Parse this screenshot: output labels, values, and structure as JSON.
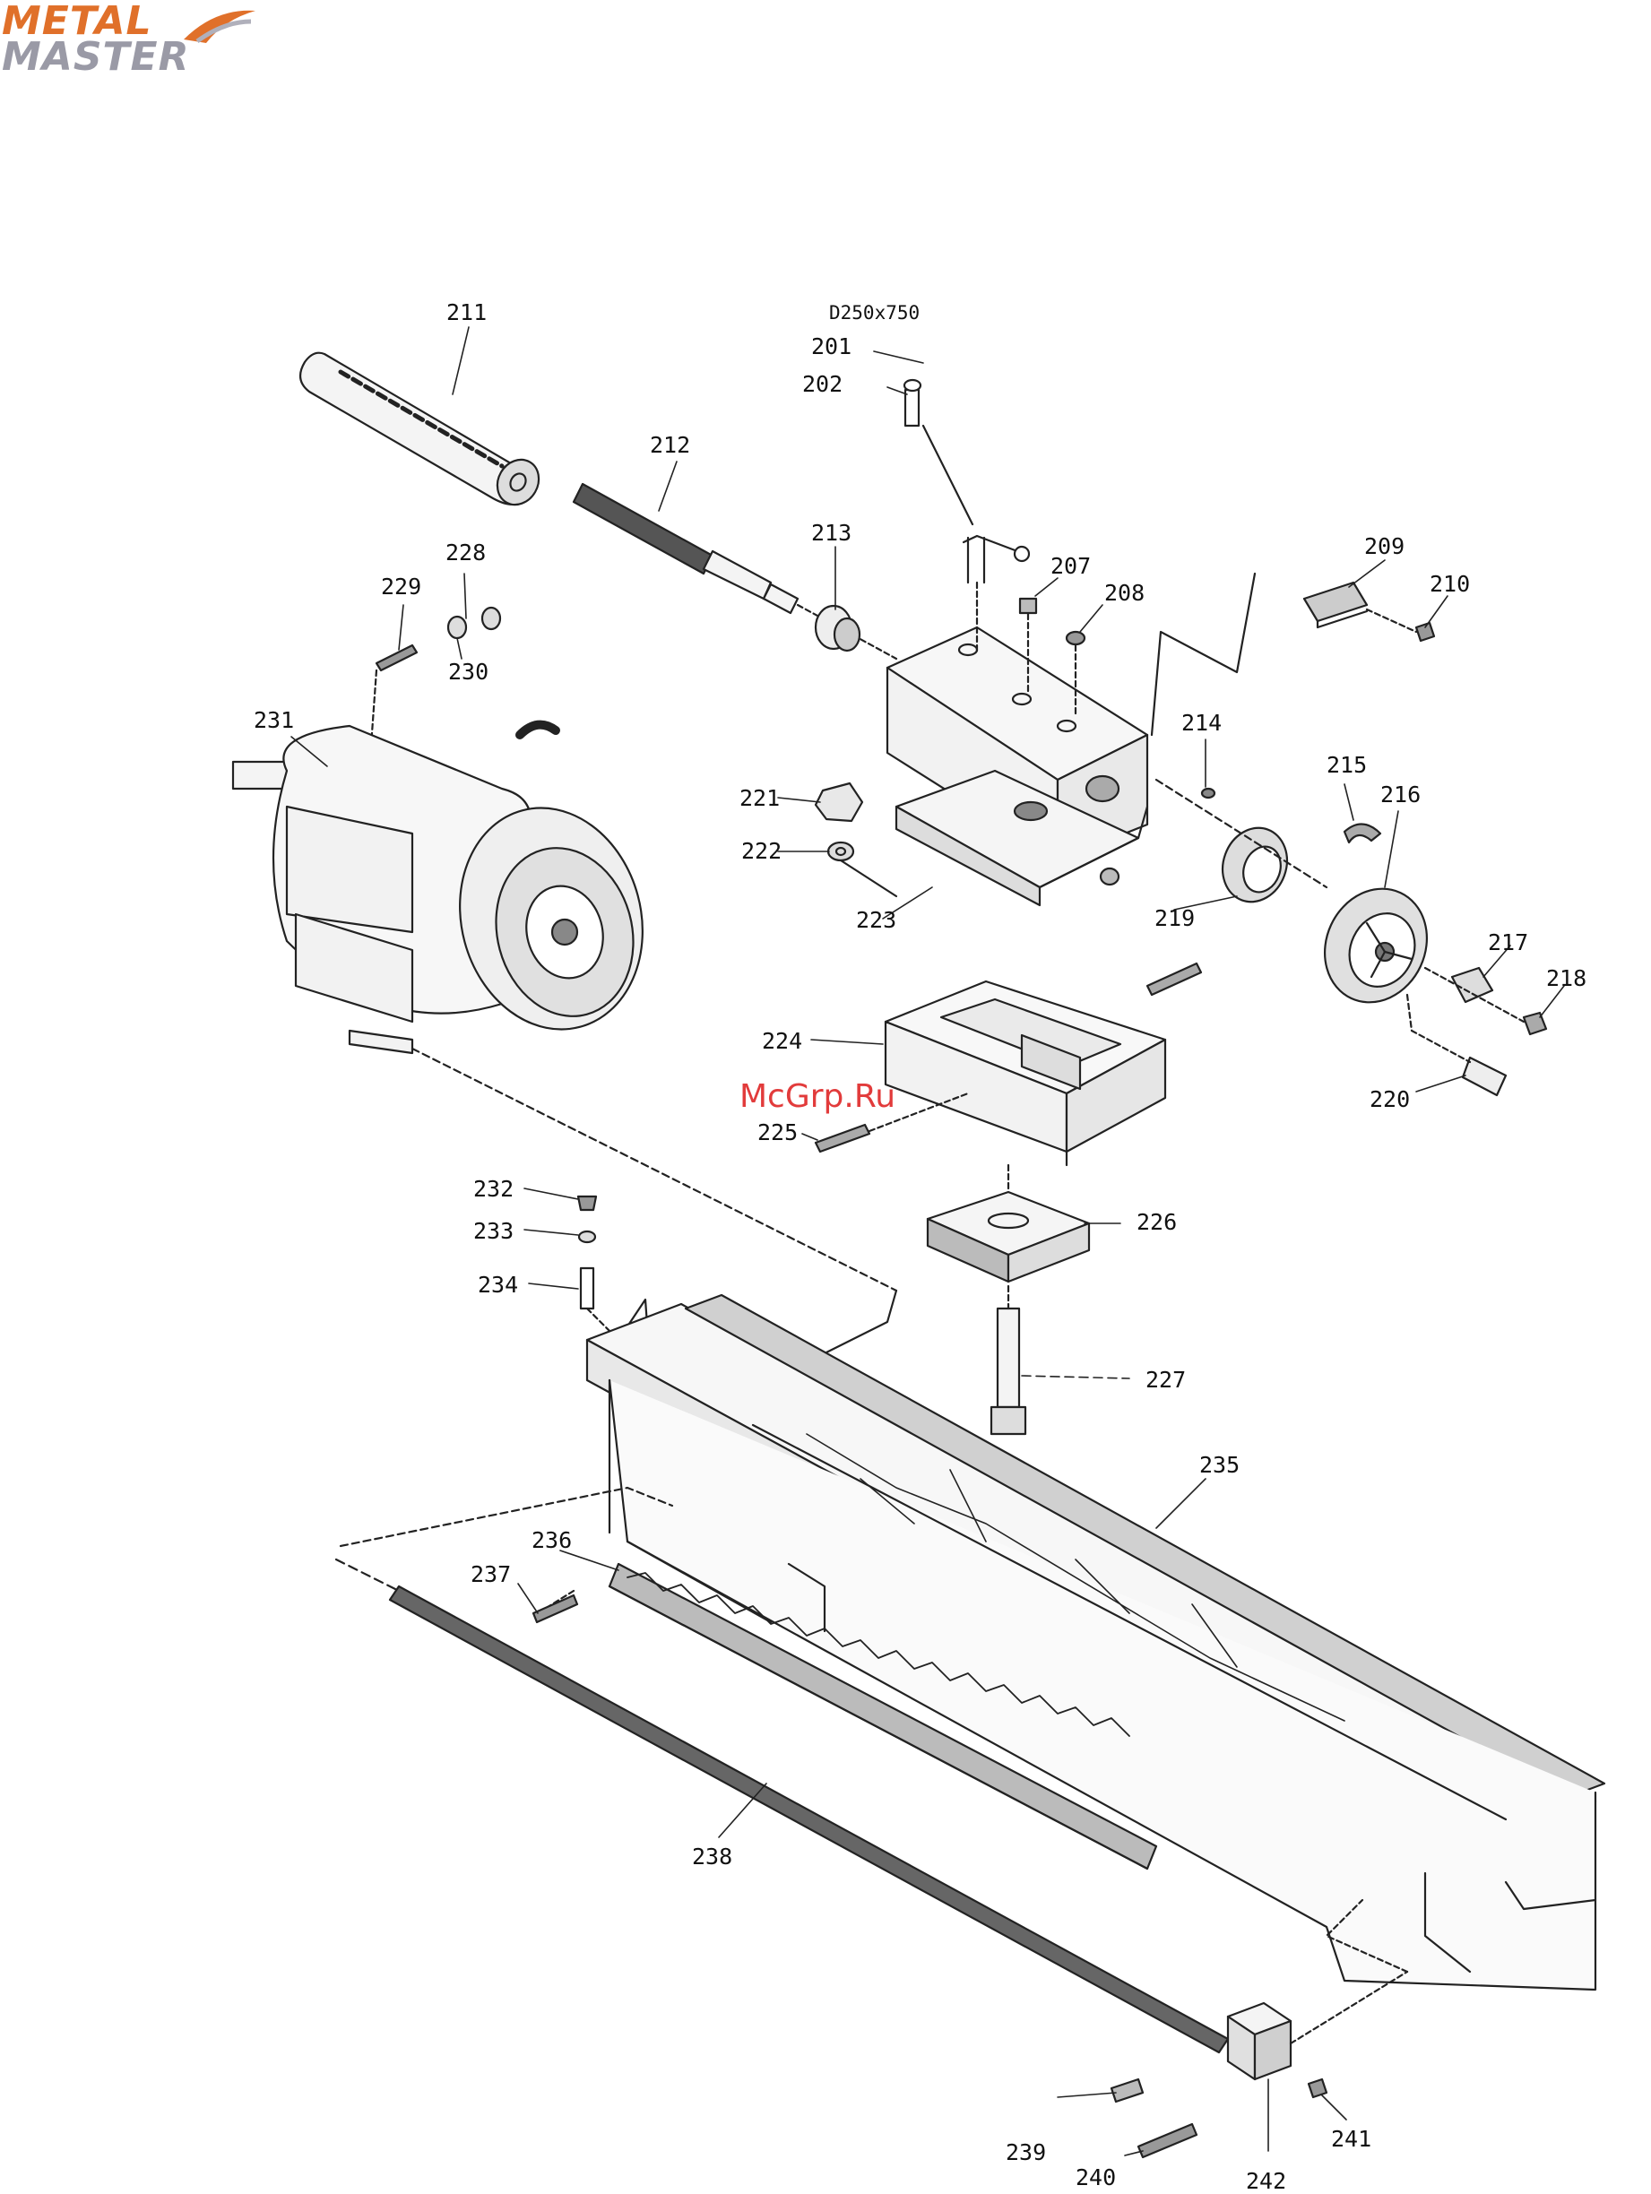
{
  "brand": {
    "line1": "METAL",
    "line2": "MASTER",
    "colors": {
      "line1": "#e0702a",
      "line2": "#9a9aa6"
    }
  },
  "diagram": {
    "model": "D250x750",
    "watermark": "McGrp.Ru",
    "part_labels": [
      "201",
      "202",
      "207",
      "208",
      "209",
      "210",
      "211",
      "212",
      "213",
      "214",
      "215",
      "216",
      "217",
      "218",
      "219",
      "220",
      "221",
      "222",
      "223",
      "224",
      "225",
      "226",
      "227",
      "228",
      "229",
      "230",
      "231",
      "232",
      "233",
      "234",
      "235",
      "236",
      "237",
      "238",
      "239",
      "240",
      "241",
      "242"
    ]
  }
}
